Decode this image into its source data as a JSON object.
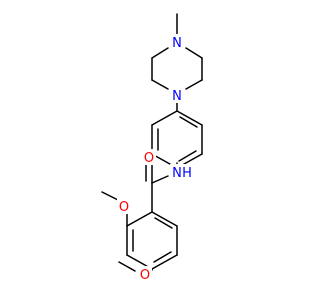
{
  "colors": {
    "bond": "#000000",
    "nitrogen": "#0000ff",
    "oxygen": "#ff0000",
    "background": "#ffffff"
  },
  "molecule": {
    "atoms": [
      {
        "id": "CH3",
        "label": ""
      },
      {
        "id": "N4",
        "label": "N",
        "element": "N"
      },
      {
        "id": "N1",
        "label": "N",
        "element": "N"
      },
      {
        "id": "NH",
        "label": "N",
        "element": "N",
        "suffix": "H"
      },
      {
        "id": "O_C",
        "label": "O",
        "element": "O"
      },
      {
        "id": "O2",
        "label": "O",
        "element": "O"
      },
      {
        "id": "O4",
        "label": "O",
        "element": "O"
      }
    ]
  }
}
